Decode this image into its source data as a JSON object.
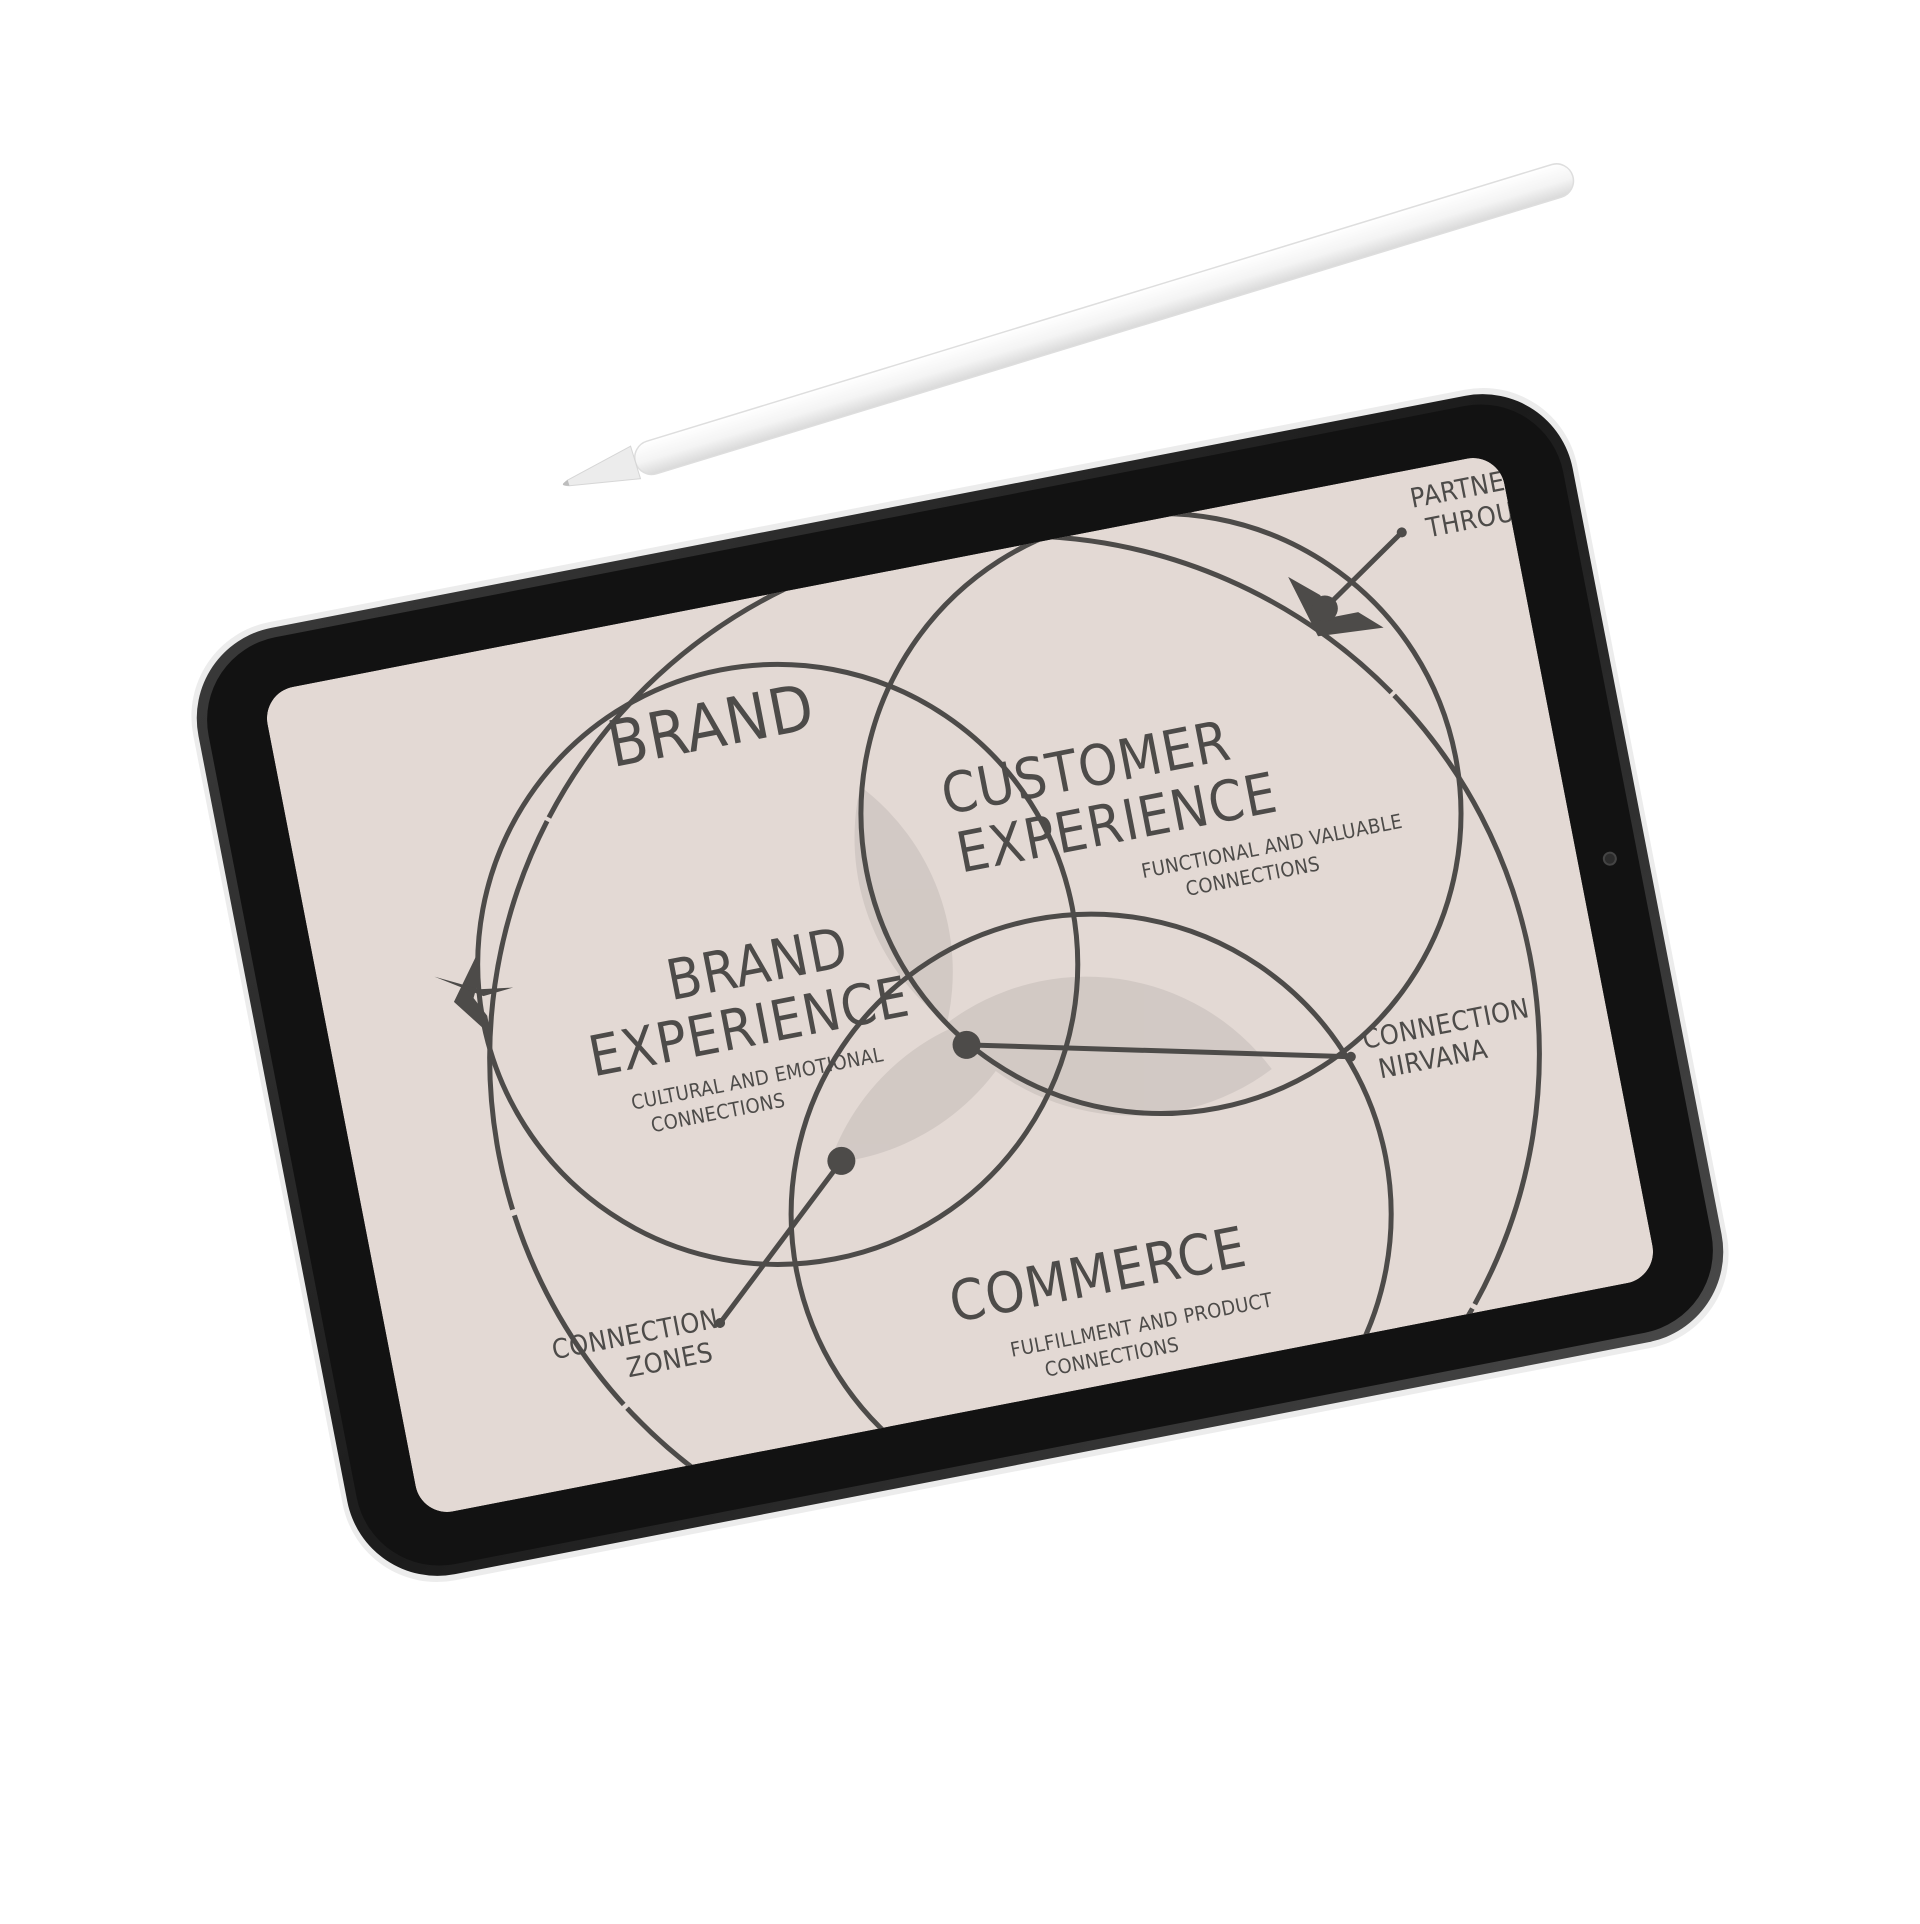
{
  "colors": {
    "screen": "#e3d9d4",
    "bezel": "#141414",
    "frame": "#2e2e2e",
    "ink": "#4d4b49",
    "overlap": "#cbc3bf",
    "pencil": "#f6f6f6"
  },
  "diagram": {
    "outer_label": "BRAND",
    "circles": [
      {
        "title_line1": "BRAND",
        "title_line2": "EXPERIENCE",
        "subtitle_line1": "CULTURAL AND EMOTIONAL",
        "subtitle_line2": "CONNECTIONS"
      },
      {
        "title_line1": "CUSTOMER",
        "title_line2": "EXPERIENCE",
        "subtitle_line1": "FUNCTIONAL AND VALUABLE",
        "subtitle_line2": "CONNECTIONS"
      },
      {
        "title_line1": "COMMERCE",
        "subtitle_line1": "FULFILLMENT AND PRODUCT",
        "subtitle_line2": "CONNECTIONS"
      }
    ],
    "callouts": {
      "partners_line1": "PARTNERS ENGAGE",
      "partners_line2": "THROUGH ANY \"DOOR\"",
      "nirvana_line1": "CONNECTION",
      "nirvana_line2": "NIRVANA",
      "zones_line1": "CONNECTION",
      "zones_line2": "ZONES"
    }
  }
}
